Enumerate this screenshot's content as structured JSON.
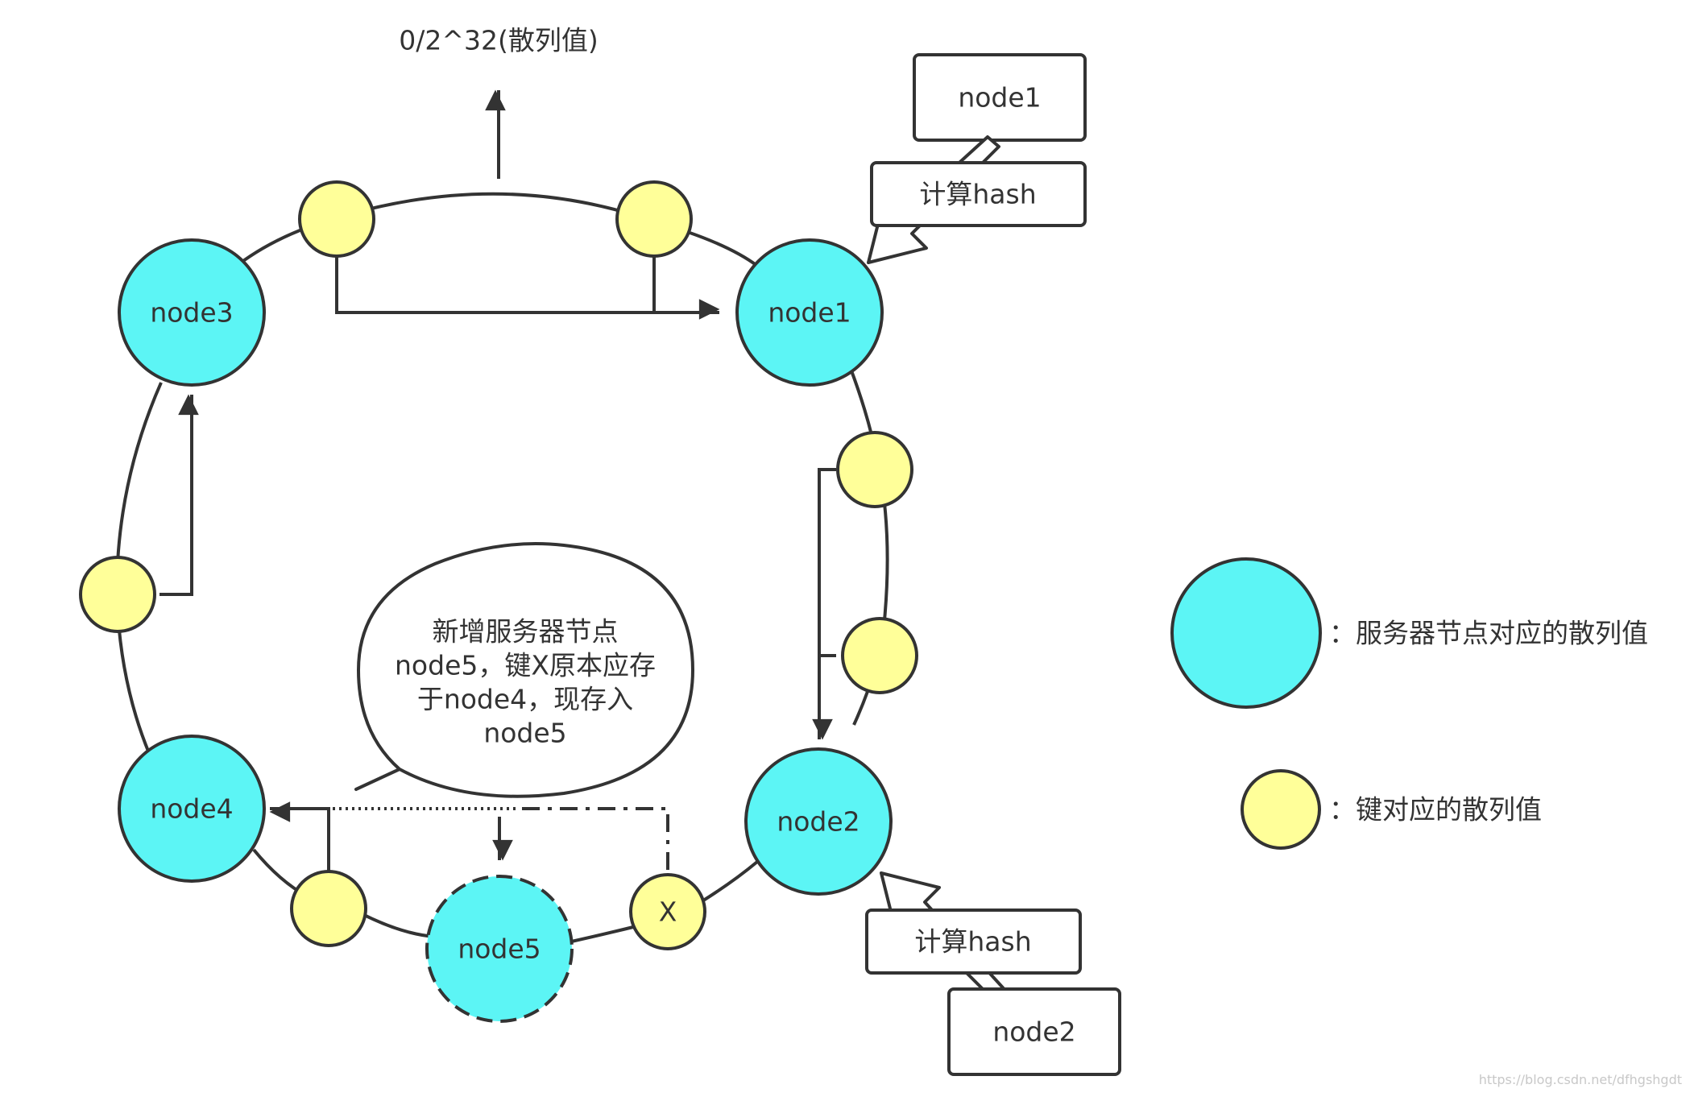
{
  "top_label": "0/2^32(散列值)",
  "nodes": {
    "node1": "node1",
    "node2": "node2",
    "node3": "node3",
    "node4": "node4",
    "node5": "node5"
  },
  "key_x_label": "X",
  "hash_boxes": {
    "top_node": "node1",
    "top_compute": "计算hash",
    "bottom_compute": "计算hash",
    "bottom_node": "node2"
  },
  "callout": [
    "新增服务器节点",
    "node5，键X原本应存",
    "于node4，现存入",
    "node5"
  ],
  "legend": {
    "server_label": "：服务器节点对应的散列值",
    "key_label": "：键对应的散列值"
  },
  "watermark": "https://blog.csdn.net/dfhgshgdt",
  "colors": {
    "server": "#5cf5f5",
    "key": "#ffff99",
    "stroke": "#333333"
  }
}
